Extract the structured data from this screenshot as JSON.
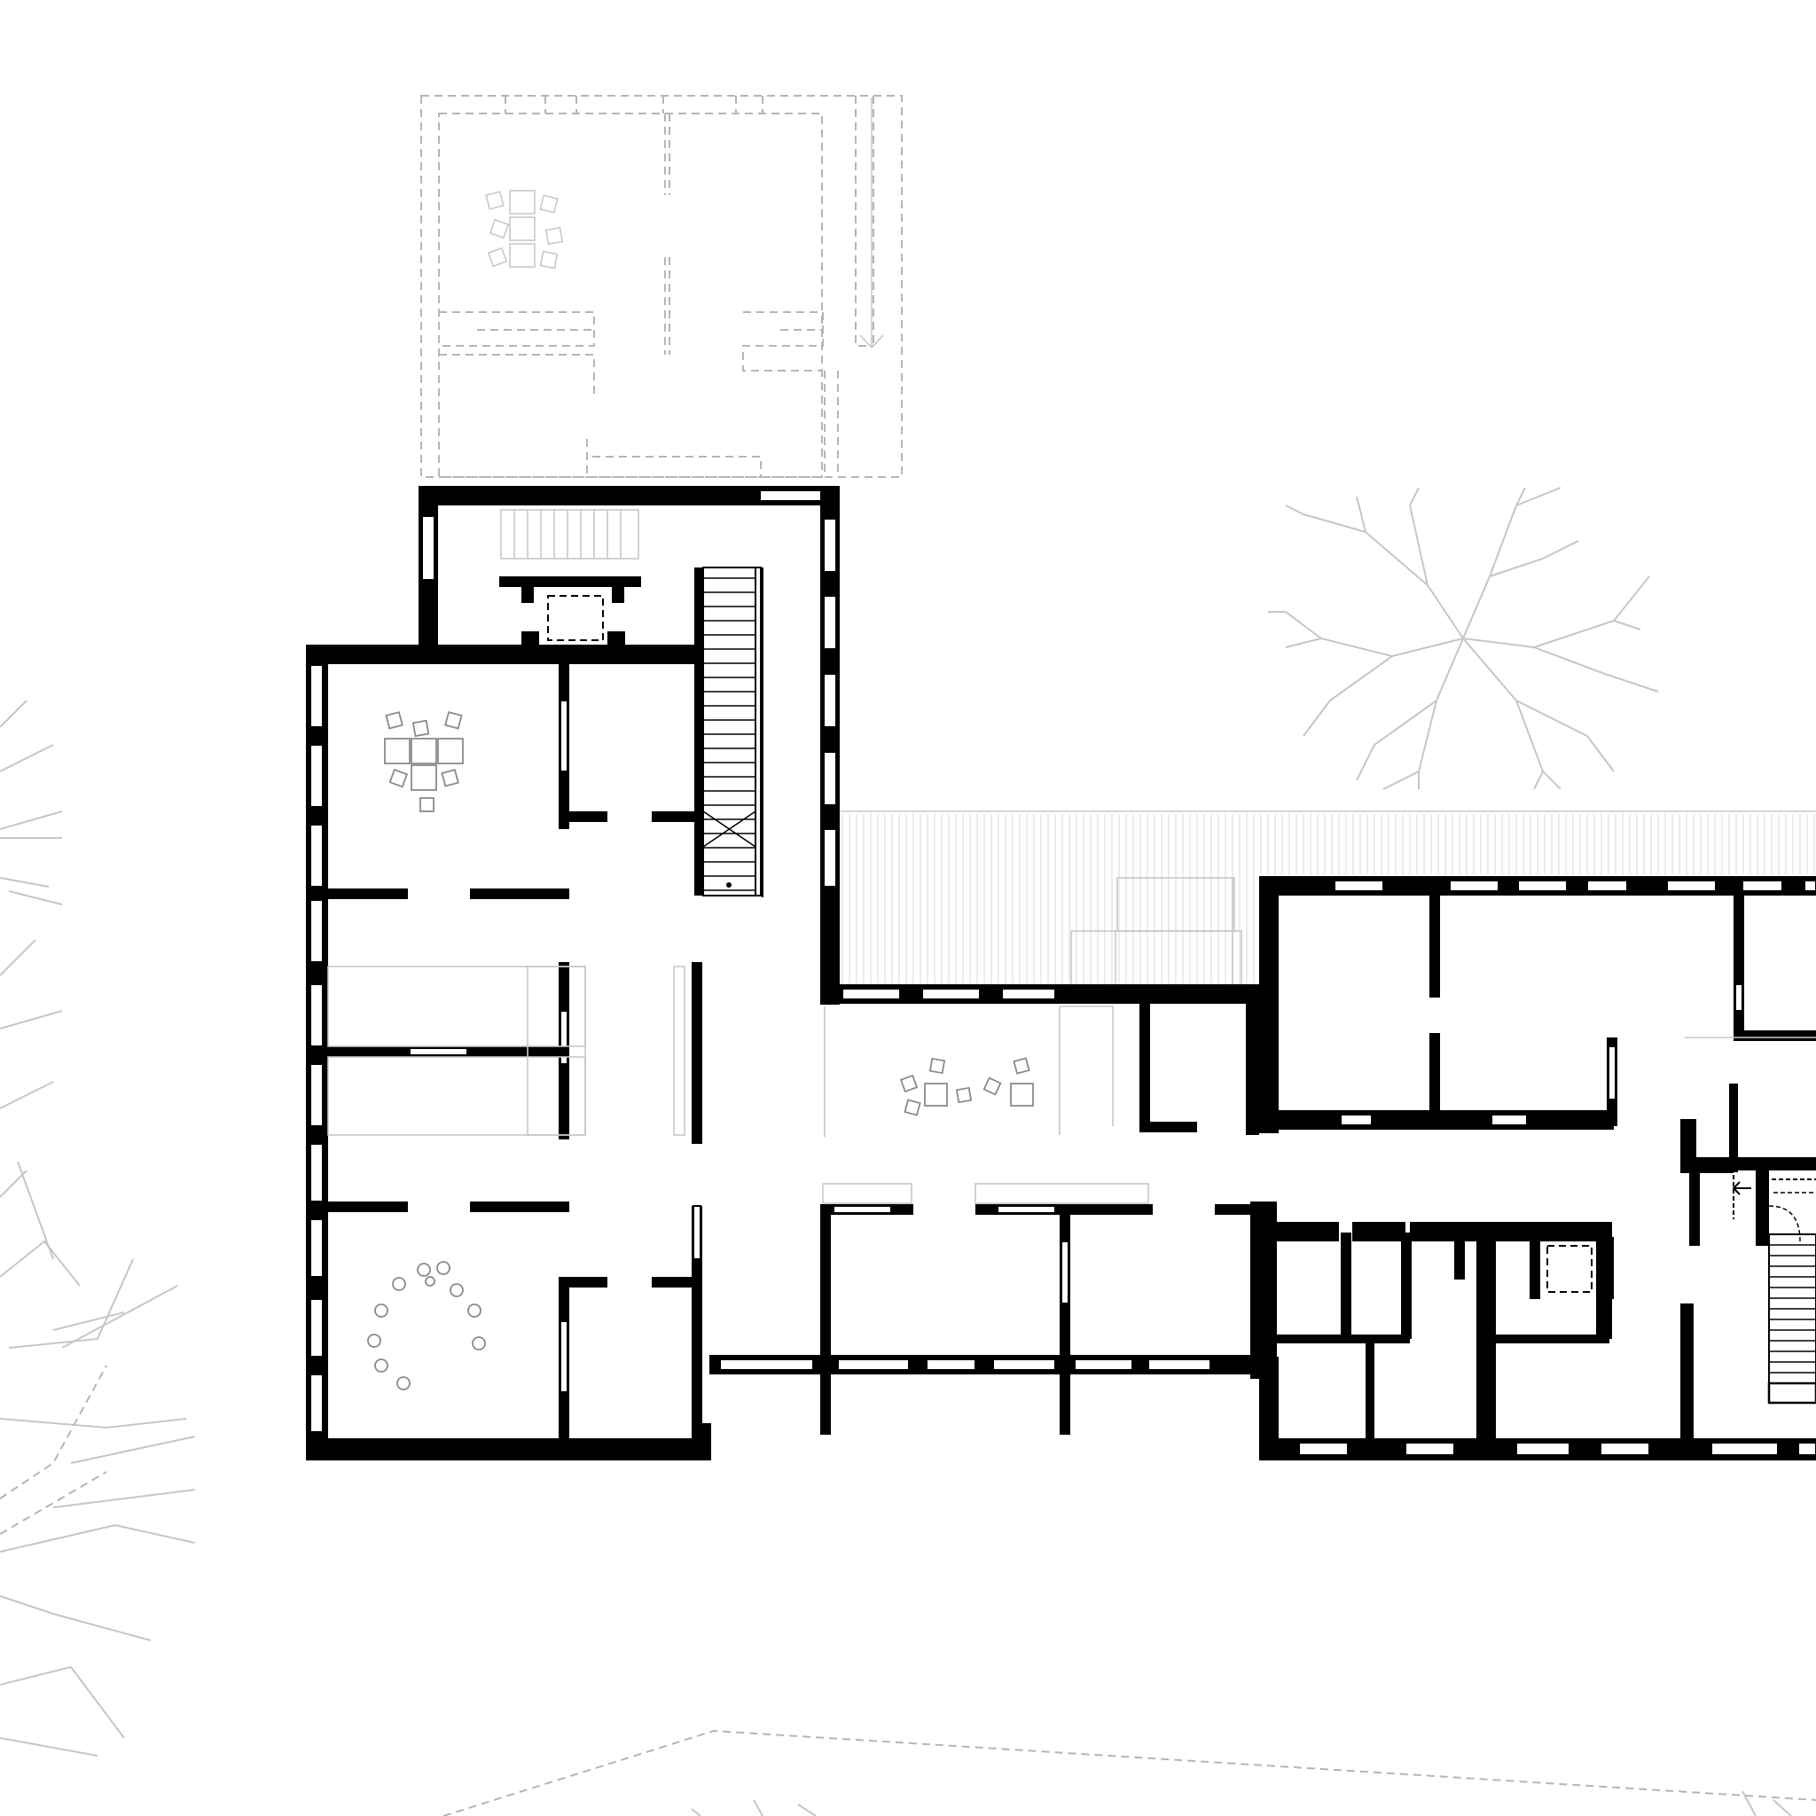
{
  "drawing": {
    "kind": "architectural floor plan",
    "colors": {
      "wall": "#000000",
      "background": "#ffffff",
      "existing_dashed": "#b5b5b5",
      "vegetation": "#c6c6c6",
      "furniture": "#8a8a8a"
    },
    "icons": [
      "tree-symbol",
      "stair-symbol",
      "table-chair-group-icon",
      "elevator-shaft-icon"
    ]
  }
}
